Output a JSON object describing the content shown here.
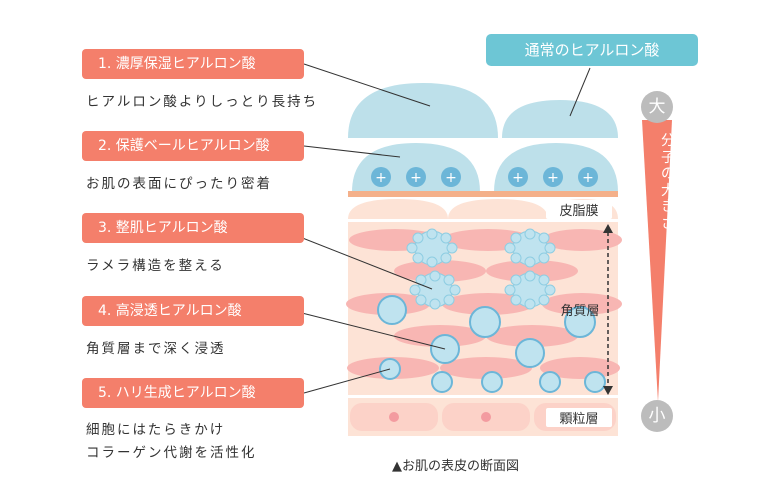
{
  "types": [
    {
      "label": "1. 濃厚保湿ヒアルロン酸",
      "desc": [
        "ヒアルロン酸よりしっとり長持ち"
      ]
    },
    {
      "label": "2. 保護ベールヒアルロン酸",
      "desc": [
        "お肌の表面にぴったり密着"
      ]
    },
    {
      "label": "3. 整肌ヒアルロン酸",
      "desc": [
        "ラメラ構造を整える"
      ]
    },
    {
      "label": "4. 高浸透ヒアルロン酸",
      "desc": [
        "角質層まで深く浸透"
      ]
    },
    {
      "label": "5. ハリ生成ヒアルロン酸",
      "desc": [
        "細胞にはたらきかけ",
        "コラーゲン代謝を活性化"
      ]
    }
  ],
  "normal_label": "通常のヒアルロン酸",
  "scale": {
    "large": "大",
    "small": "小",
    "text": "分子の大きさ"
  },
  "layers": {
    "sebum": "皮脂膜",
    "stratum_corneum": "角質層",
    "granular": "顆粒層"
  },
  "caption": "▲お肌の表皮の断面図",
  "colors": {
    "accent": "#f47f6b",
    "normal": "#6dc6d5",
    "dome": "#bde0ea",
    "molecule_fill": "#bfe3ef",
    "molecule_stroke": "#6cb6d8",
    "cell": "#f8b6b3",
    "skin": "#fde3d6",
    "scale_gray": "#bcbcbc"
  }
}
